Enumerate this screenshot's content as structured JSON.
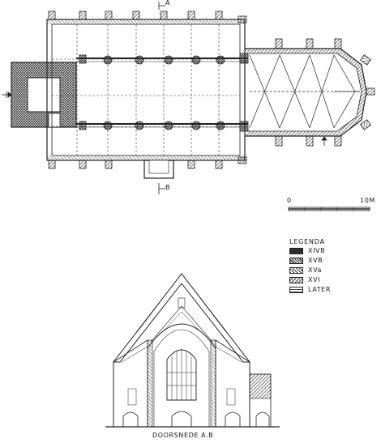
{
  "plan": {
    "section_marker_top": "A",
    "section_marker_bottom": "B",
    "arrow_glyph": "→"
  },
  "scale_bar": {
    "start": "0",
    "end": "10M"
  },
  "legend": {
    "title": "LEGENDA",
    "items": [
      {
        "label": "XIVB",
        "pattern": "dense-cross"
      },
      {
        "label": "XVB",
        "pattern": "dense-diagonal"
      },
      {
        "label": "XVa",
        "pattern": "diagonal"
      },
      {
        "label": "XVI",
        "pattern": "reverse-diagonal"
      },
      {
        "label": "LATER",
        "pattern": "horizontal"
      }
    ]
  },
  "section": {
    "caption": "DOORSNEDE A.B"
  },
  "colors": {
    "ink": "#1a1a1a",
    "paper": "#ffffff"
  }
}
